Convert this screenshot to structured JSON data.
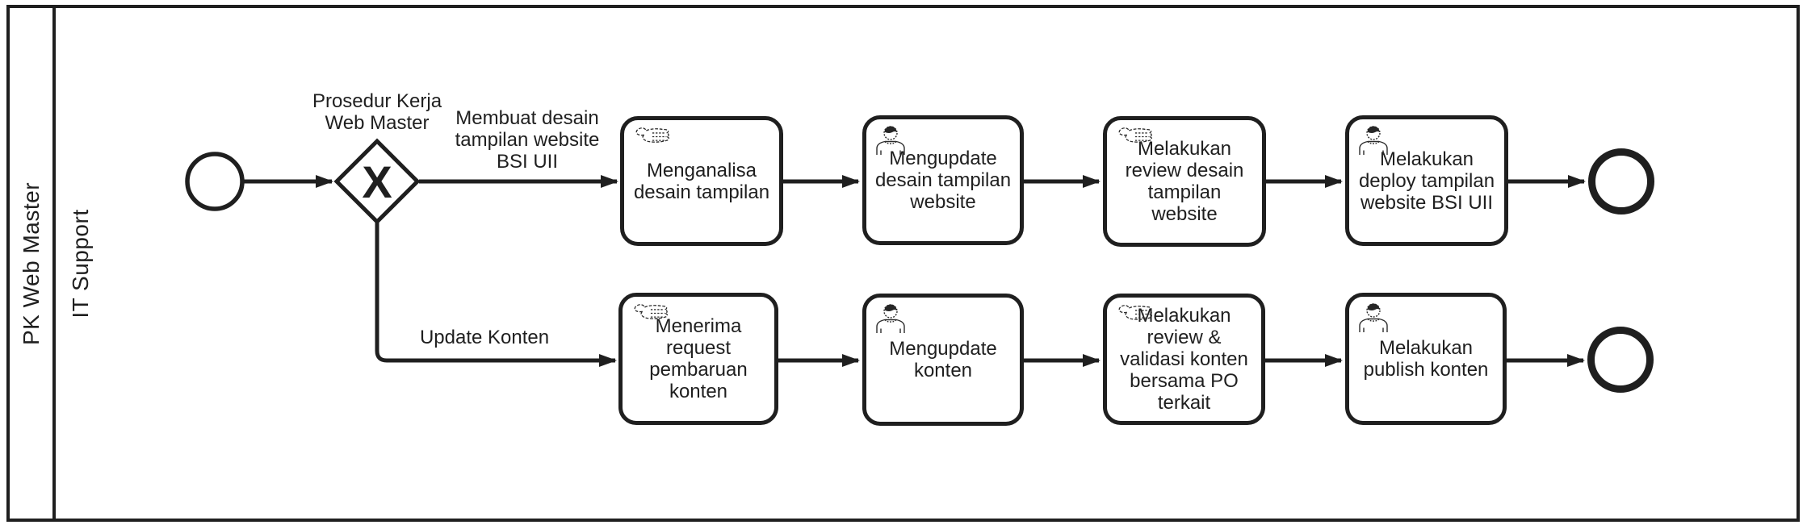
{
  "diagram": {
    "pool_label": "PK Web Master",
    "lane_label": "IT Support",
    "gateway": {
      "label": "Prosedur Kerja\nWeb Master",
      "symbol": "X"
    },
    "flow_labels": {
      "to_design": "Membuat desain\ntampilan website\nBSI UII",
      "to_content": "Update Konten"
    },
    "tasks": {
      "design_flow": [
        {
          "label": "Menganalisa\ndesain tampilan",
          "type": "manual",
          "icon": "hand-icon"
        },
        {
          "label": "Mengupdate\ndesain tampilan\nwebsite",
          "type": "user",
          "icon": "person-icon"
        },
        {
          "label": "Melakukan\nreview desain\ntampilan\nwebsite",
          "type": "manual",
          "icon": "hand-icon"
        },
        {
          "label": "Melakukan\ndeploy tampilan\nwebsite BSI UII",
          "type": "user",
          "icon": "person-icon"
        }
      ],
      "content_flow": [
        {
          "label": "Menerima\nrequest\npembaruan\nkonten",
          "type": "manual",
          "icon": "hand-icon"
        },
        {
          "label": "Mengupdate\nkonten",
          "type": "user",
          "icon": "person-icon"
        },
        {
          "label": "Melakukan\nreview &\nvalidasi konten\nbersama PO\nterkait",
          "type": "manual",
          "icon": "hand-icon"
        },
        {
          "label": "Melakukan\npublish konten",
          "type": "user",
          "icon": "person-icon"
        }
      ]
    },
    "colors": {
      "stroke": "#1f1f1f",
      "background": "#ffffff"
    }
  }
}
